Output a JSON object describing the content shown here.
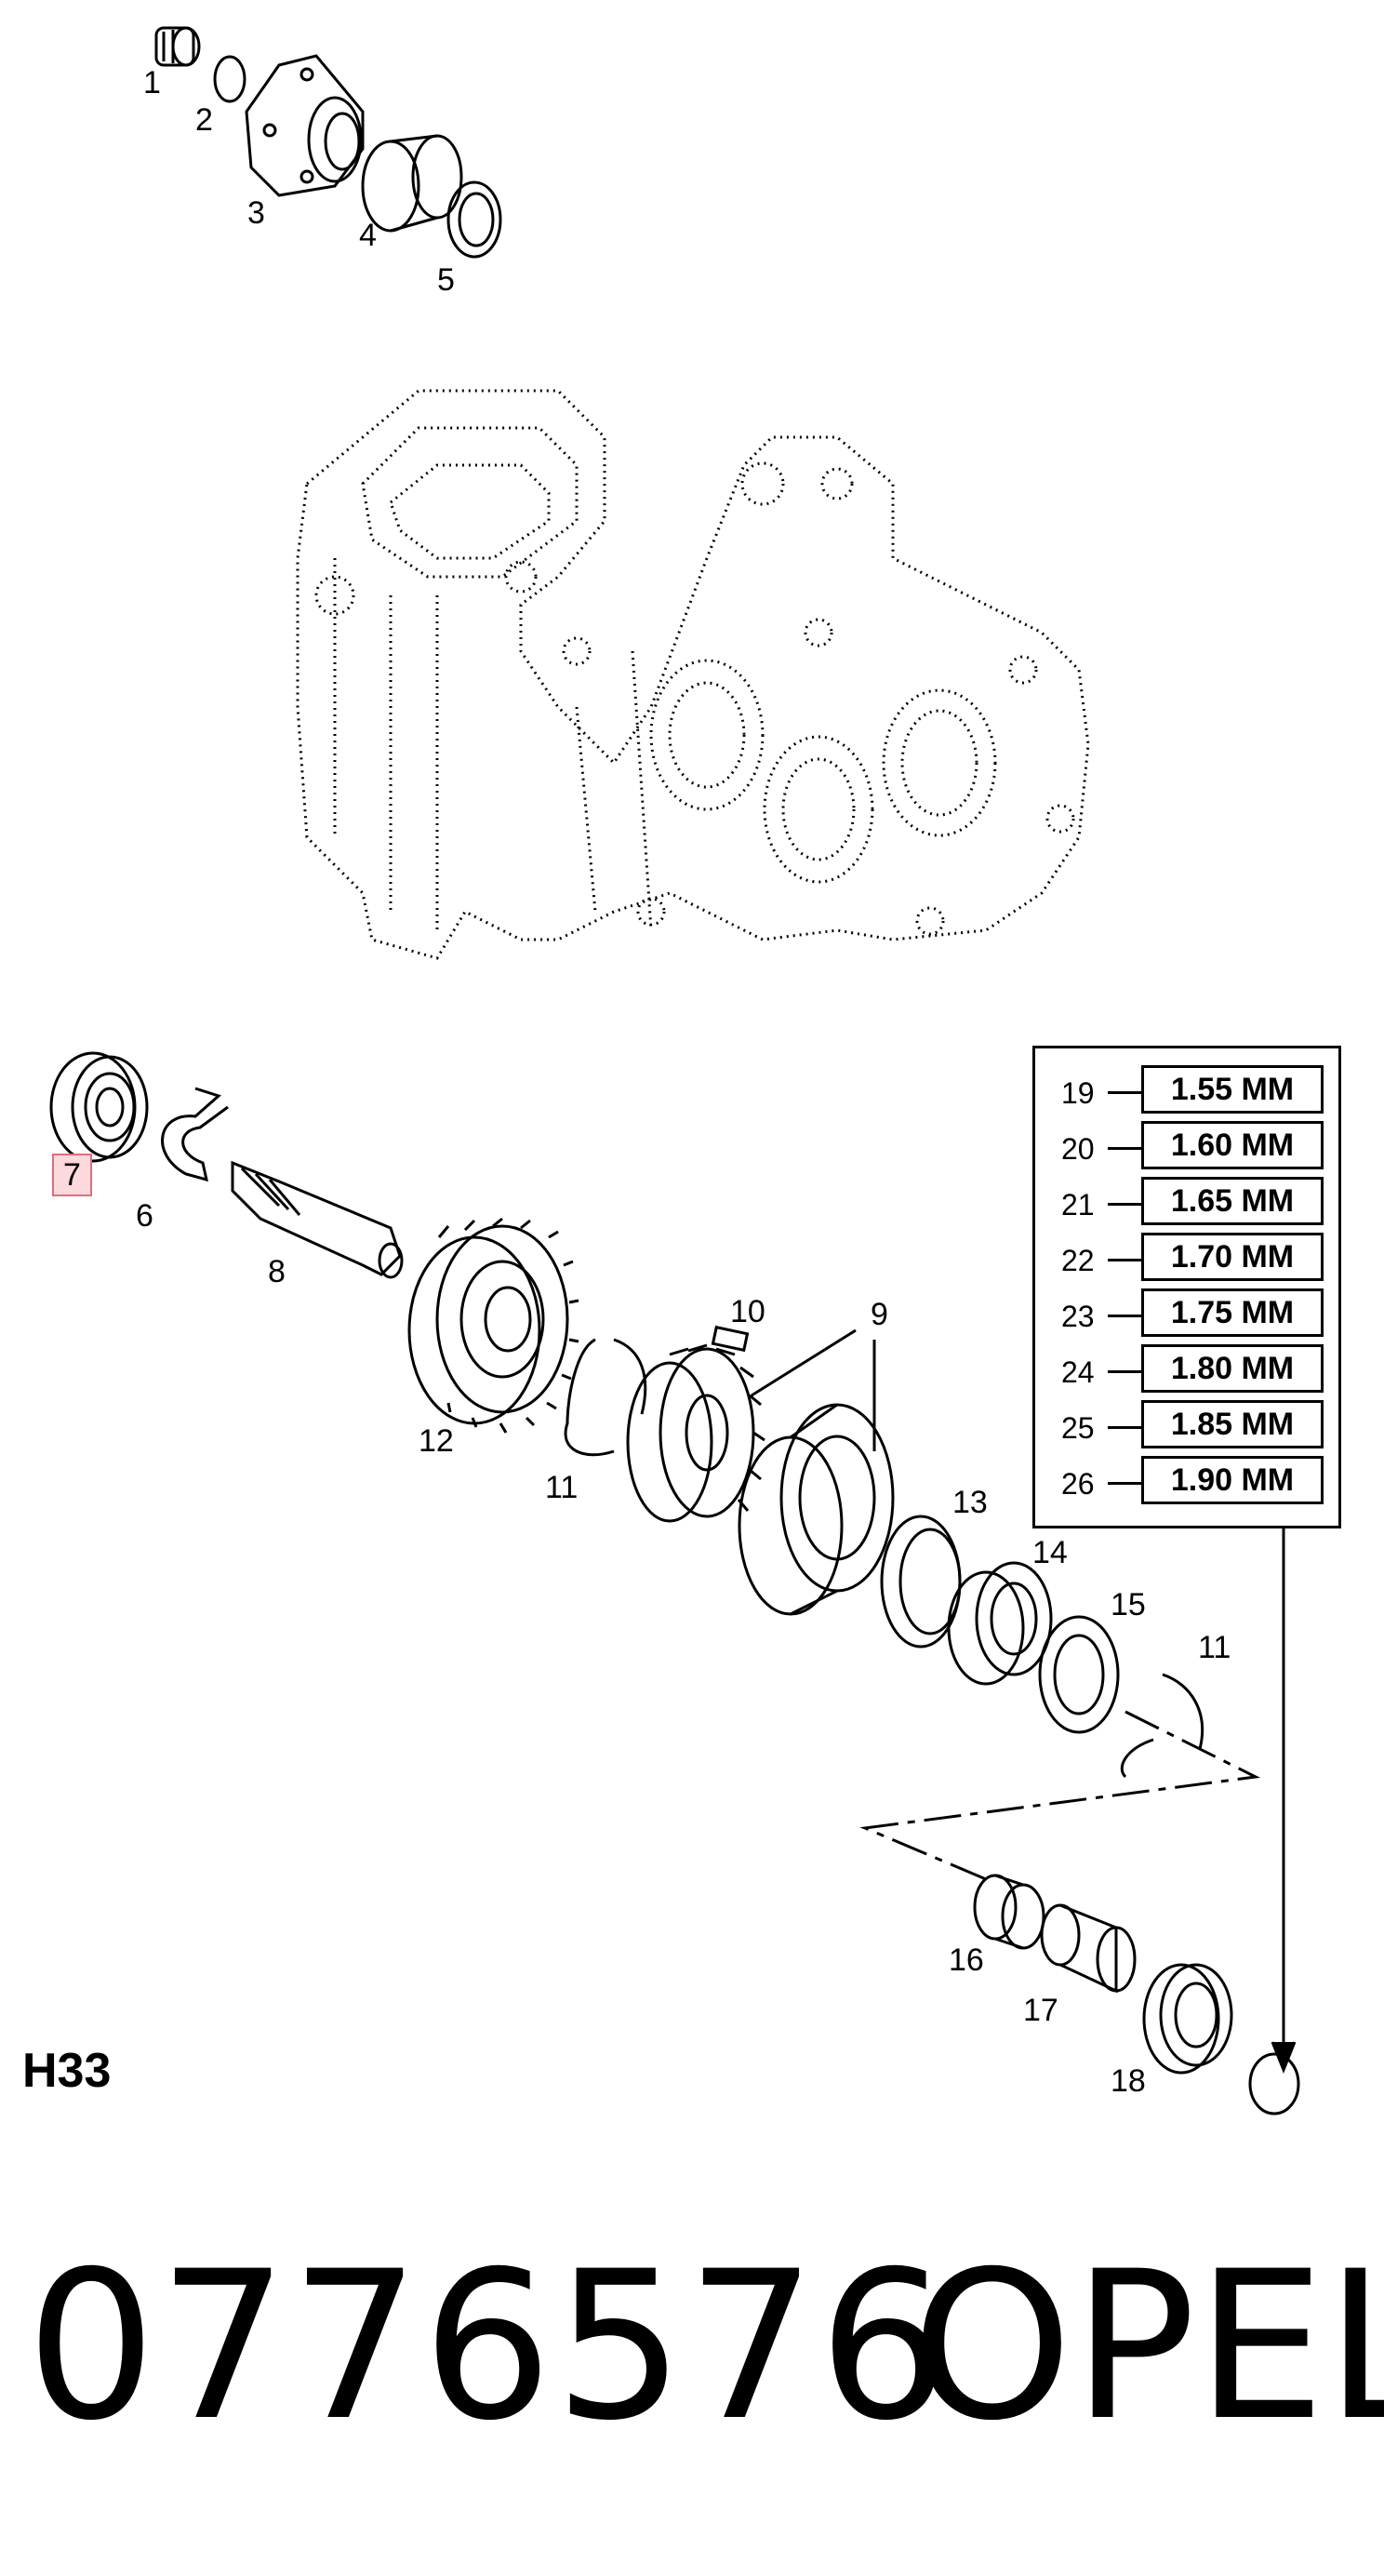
{
  "callouts": {
    "c1": "1",
    "c2": "2",
    "c3": "3",
    "c4": "4",
    "c5": "5",
    "c6": "6",
    "c7": "7",
    "c8": "8",
    "c9": "9",
    "c10": "10",
    "c11a": "11",
    "c11b": "11",
    "c12": "12",
    "c13": "13",
    "c14": "14",
    "c15": "15",
    "c16": "16",
    "c17": "17",
    "c18": "18"
  },
  "shims": [
    {
      "num": "19",
      "size": "1.55 MM"
    },
    {
      "num": "20",
      "size": "1.60 MM"
    },
    {
      "num": "21",
      "size": "1.65 MM"
    },
    {
      "num": "22",
      "size": "1.70 MM"
    },
    {
      "num": "23",
      "size": "1.75 MM"
    },
    {
      "num": "24",
      "size": "1.80 MM"
    },
    {
      "num": "25",
      "size": "1.85 MM"
    },
    {
      "num": "26",
      "size": "1.90 MM"
    }
  ],
  "model": "H33",
  "part_number": "0776576",
  "brand": "OPEL",
  "colors": {
    "highlight_border": "#e06c7a",
    "highlight_fill": "#fbd9dd",
    "ink": "#000000"
  }
}
